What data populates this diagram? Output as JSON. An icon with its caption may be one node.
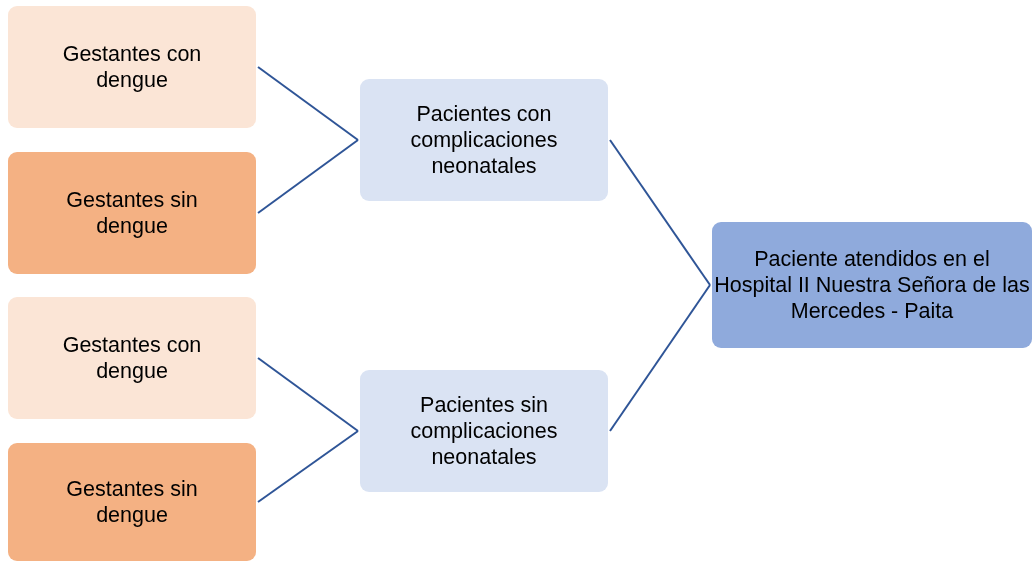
{
  "diagram": {
    "nodes": [
      {
        "text": [
          "Gestantes con dengue"
        ]
      },
      {
        "text": [
          "Gestantes sin dengue"
        ]
      },
      {
        "text": [
          "Gestantes con dengue"
        ]
      },
      {
        "text": [
          "Gestantes sin dengue"
        ]
      },
      {
        "text": [
          "Pacientes con complicaciones neonatales"
        ]
      },
      {
        "text": [
          "Pacientes sin complicaciones neonatales"
        ]
      },
      {
        "text": [
          "Paciente atendidos en el Hospital II Nuestra Señora de las Mercedes - Paita"
        ]
      }
    ],
    "edges": [
      {
        "from": 0,
        "to": 4,
        "arrow": "none"
      },
      {
        "from": 1,
        "to": 4,
        "arrow": "none"
      },
      {
        "from": 2,
        "to": 5,
        "arrow": "none"
      },
      {
        "from": 3,
        "to": 5,
        "arrow": "none"
      },
      {
        "from": 4,
        "to": 6,
        "arrow": "none"
      },
      {
        "from": 5,
        "to": 6,
        "arrow": "none"
      }
    ]
  }
}
